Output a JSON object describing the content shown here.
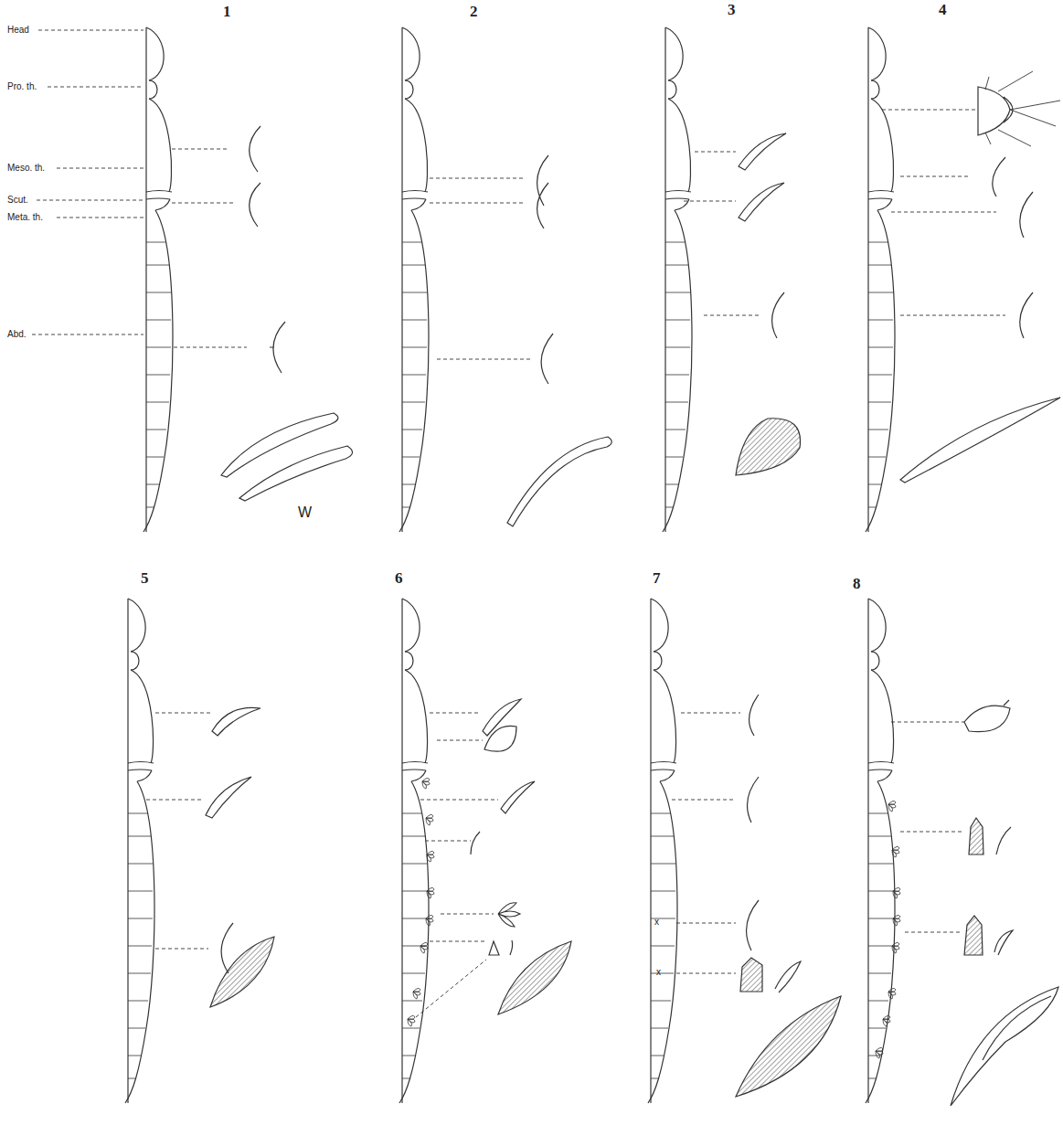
{
  "diagram": {
    "labels": [
      "1",
      "2",
      "3",
      "4",
      "5",
      "6",
      "7",
      "8",
      "Head",
      "Pro. th.",
      "Meso. th.",
      "Scut.",
      "Meta. th.",
      "Abd.",
      "W",
      "x",
      "x"
    ]
  }
}
